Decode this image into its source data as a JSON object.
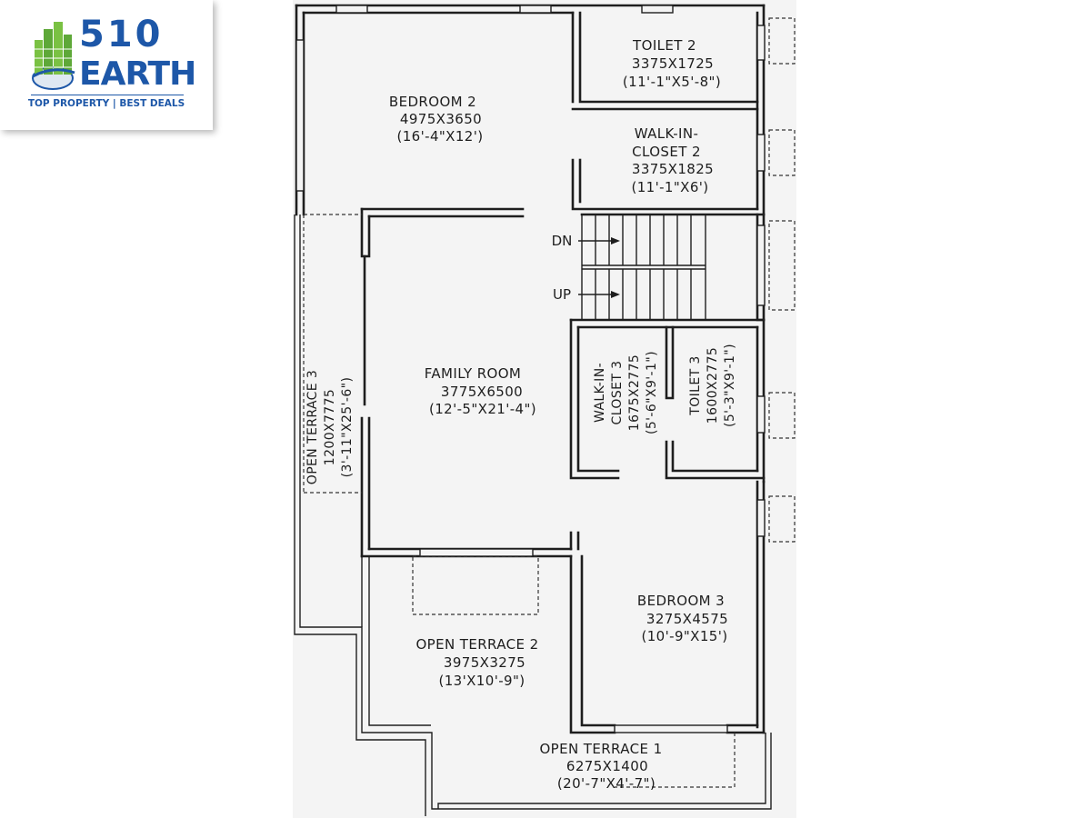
{
  "brand": {
    "number": "510",
    "name": "EARTH",
    "tagline": "TOP PROPERTY | BEST DEALS",
    "logo_icon": "buildings-globe-icon",
    "color": "#1d57a8",
    "accent": "#7ac143"
  },
  "rooms": {
    "bedroom2": {
      "name": "BEDROOM 2",
      "size": "4975X3650",
      "imperial": "(16'-4\"X12')"
    },
    "toilet2": {
      "name": "TOILET 2",
      "size": "3375X1725",
      "imperial": "(11'-1\"X5'-8\")"
    },
    "walkin2": {
      "name1": "WALK-IN-",
      "name2": "CLOSET 2",
      "size": "3375X1825",
      "imperial": "(11'-1\"X6')"
    },
    "family": {
      "name": "FAMILY ROOM",
      "size": "3775X6500",
      "imperial": "(12'-5\"X21'-4\")"
    },
    "walkin3": {
      "name1": "WALK-IN-",
      "name2": "CLOSET 3",
      "size": "1675X2775",
      "imperial": "(5'-6\"X9'-1\")"
    },
    "toilet3": {
      "name": "TOILET 3",
      "size": "1600X2775",
      "imperial": "(5'-3\"X9'-1\")"
    },
    "terrace3": {
      "name": "OPEN TERRACE 3",
      "size": "1200X7775",
      "imperial": "(3'-11\"X25'-6\")"
    },
    "bedroom3": {
      "name": "BEDROOM 3",
      "size": "3275X4575",
      "imperial": "(10'-9\"X15')"
    },
    "terrace2": {
      "name": "OPEN TERRACE 2",
      "size": "3975X3275",
      "imperial": "(13'X10'-9\")"
    },
    "terrace1": {
      "name": "OPEN TERRACE 1",
      "size": "6275X1400",
      "imperial": "(20'-7\"X4'-7\")"
    }
  },
  "stairs": {
    "down": "DN",
    "up": "UP"
  },
  "colors": {
    "background": "#f4f4f4",
    "line": "#1e1e1e"
  }
}
